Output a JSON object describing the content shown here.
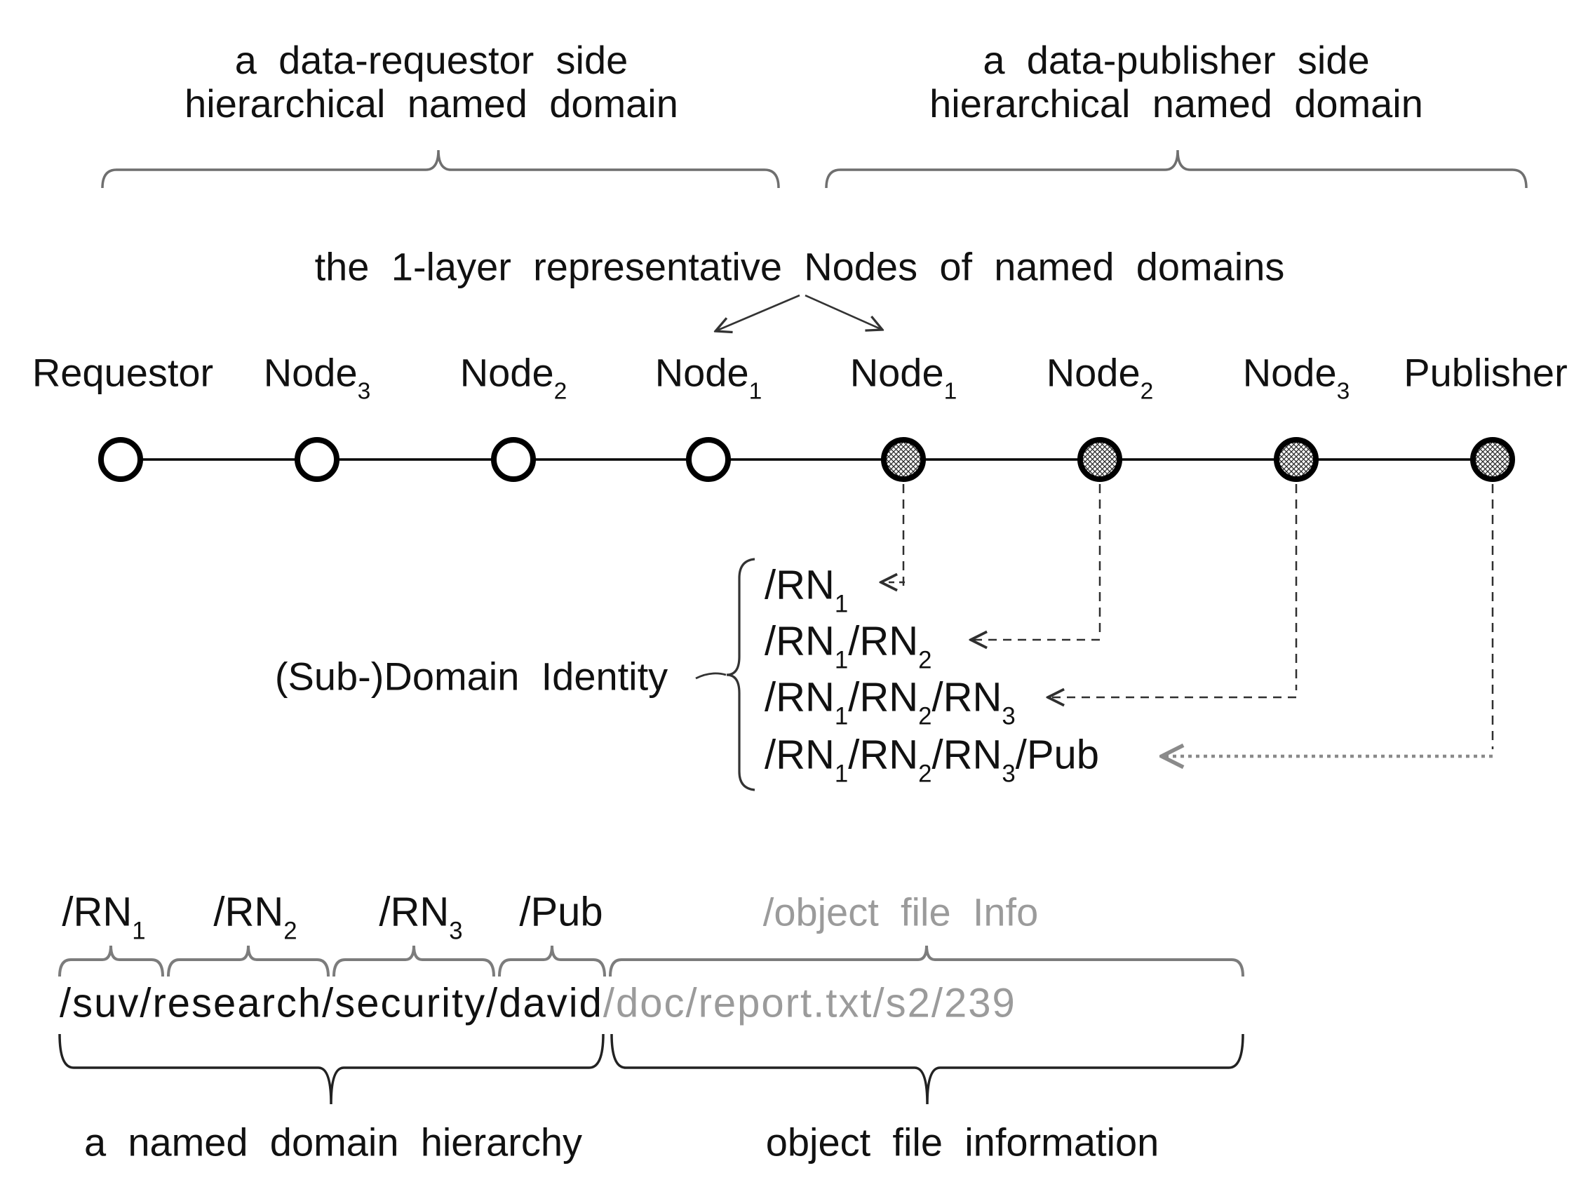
{
  "diagram": {
    "top": {
      "requestor_domain": {
        "line1": "a data-requestor side",
        "line2": "hierarchical named domain"
      },
      "publisher_domain": {
        "line1": "a data-publisher side",
        "line2": "hierarchical named domain"
      },
      "title": "the 1-layer representative Nodes of named domains"
    },
    "nodes": [
      {
        "name": "requestor",
        "style": "open",
        "label": [
          {
            "t": "Requestor"
          }
        ]
      },
      {
        "name": "node3-left",
        "style": "open",
        "label": [
          {
            "t": "Node",
            "s": "3"
          }
        ]
      },
      {
        "name": "node2-left",
        "style": "open",
        "label": [
          {
            "t": "Node",
            "s": "2"
          }
        ]
      },
      {
        "name": "node1-left",
        "style": "open",
        "label": [
          {
            "t": "Node",
            "s": "1"
          }
        ]
      },
      {
        "name": "node1-right",
        "style": "hatched",
        "label": [
          {
            "t": "Node",
            "s": "1"
          }
        ]
      },
      {
        "name": "node2-right",
        "style": "hatched",
        "label": [
          {
            "t": "Node",
            "s": "2"
          }
        ]
      },
      {
        "name": "node3-right",
        "style": "hatched",
        "label": [
          {
            "t": "Node",
            "s": "3"
          }
        ]
      },
      {
        "name": "publisher",
        "style": "hatched",
        "label": [
          {
            "t": "Publisher"
          }
        ]
      }
    ],
    "identity": {
      "label": "(Sub-)Domain Identity",
      "paths": [
        {
          "segments": [
            {
              "t": "/RN",
              "s": "1"
            }
          ]
        },
        {
          "segments": [
            {
              "t": "/RN",
              "s": "1"
            },
            {
              "t": "/RN",
              "s": "2"
            }
          ]
        },
        {
          "segments": [
            {
              "t": "/RN",
              "s": "1"
            },
            {
              "t": "/RN",
              "s": "2"
            },
            {
              "t": "/RN",
              "s": "3"
            }
          ]
        },
        {
          "segments": [
            {
              "t": "/RN",
              "s": "1"
            },
            {
              "t": "/RN",
              "s": "2"
            },
            {
              "t": "/RN",
              "s": "3"
            },
            {
              "t": "/Pub"
            }
          ]
        }
      ]
    },
    "naming": {
      "segment_labels": [
        {
          "segments": [
            {
              "t": "/RN",
              "s": "1"
            }
          ]
        },
        {
          "segments": [
            {
              "t": "/RN",
              "s": "2"
            }
          ]
        },
        {
          "segments": [
            {
              "t": "/RN",
              "s": "3"
            }
          ]
        },
        {
          "segments": [
            {
              "t": "/Pub"
            }
          ]
        }
      ],
      "object_file_label": "/object file Info",
      "domain_path": "/suv/research/security/david",
      "object_path": "/doc/report.txt/s2/239",
      "domain_caption": "a named domain hierarchy",
      "object_caption": "object file information"
    },
    "colors": {
      "text": "#111111",
      "muted_gray": "#9b9b9b",
      "line_black": "#1a1a1a",
      "brace_gray": "#7c7c7c"
    }
  }
}
